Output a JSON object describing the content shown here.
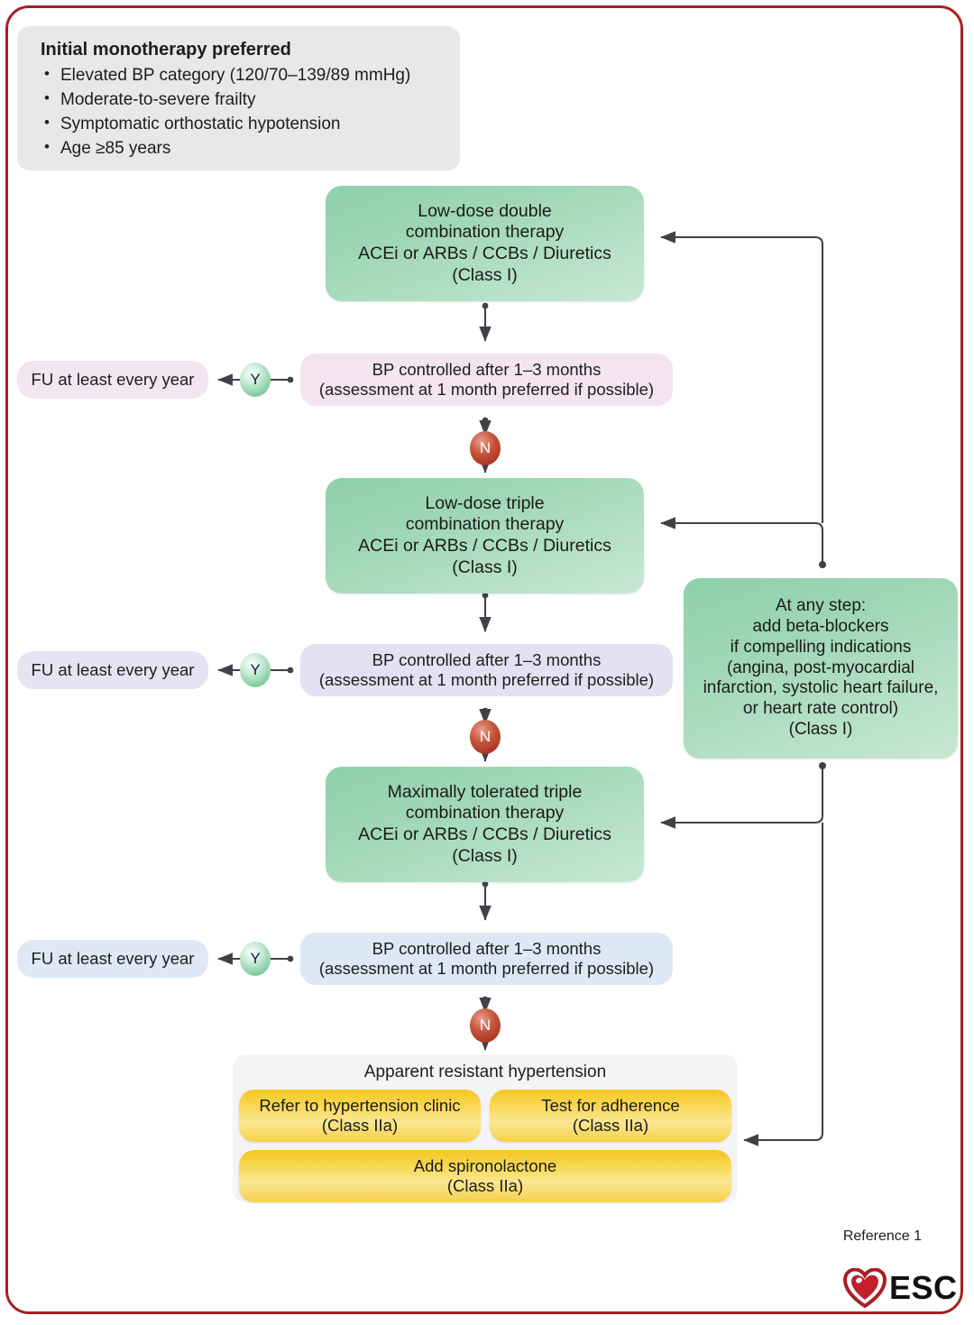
{
  "frame": {
    "border_color": "#a81f24"
  },
  "info_panel": {
    "heading": "Initial monotherapy preferred",
    "bullets": [
      "Elevated BP category (120/70–139/89 mmHg)",
      "Moderate-to-severe frailty",
      "Symptomatic orthostatic hypotension",
      "Age ≥85 years"
    ]
  },
  "steps": [
    {
      "id": "low-dose-double",
      "lines": [
        "Low-dose double",
        "combination  therapy",
        "ACEi or ARBs / CCBs / Diuretics",
        "(Class I)"
      ],
      "color": "#9fd7b6"
    },
    {
      "id": "low-dose-triple",
      "lines": [
        "Low-dose triple",
        "combination therapy",
        "ACEi or ARBs / CCBs / Diuretics",
        "(Class I)"
      ],
      "color": "#9fd7b6"
    },
    {
      "id": "max-tolerated-triple",
      "lines": [
        "Maximally tolerated triple",
        "combination therapy",
        "ACEi or ARBs / CCBs / Diuretics",
        "(Class I)"
      ],
      "color": "#9fd7b6"
    }
  ],
  "decisions": [
    {
      "id": "bp-check-1",
      "line1": "BP controlled after 1–3 months",
      "line2": "(assessment at 1 month preferred if possible)",
      "color": "#f3e4ef"
    },
    {
      "id": "bp-check-2",
      "line1": "BP controlled after 1–3 months",
      "line2": "(assessment at 1 month preferred if possible)",
      "color": "#e2e2f2"
    },
    {
      "id": "bp-check-3",
      "line1": "BP controlled after 1–3 months",
      "line2": "(assessment at 1 month preferred if possible)",
      "color": "#dde8f5"
    }
  ],
  "followups": [
    {
      "id": "fu-1",
      "label": "FU at least every year",
      "color": "#f4e6ef"
    },
    {
      "id": "fu-2",
      "label": "FU at least every year",
      "color": "#e4e4f3"
    },
    {
      "id": "fu-3",
      "label": "FU at least every year",
      "color": "#dfe9f6"
    }
  ],
  "branch_labels": {
    "yes": "Y",
    "no": "N"
  },
  "side_box": {
    "id": "beta-blockers",
    "lines": [
      "At any step:",
      "add beta-blockers",
      "if compelling indications",
      "(angina, post-myocardial",
      "infarction, systolic heart failure,",
      "or heart rate control)",
      "(Class I)"
    ],
    "color": "#9fd7b6"
  },
  "resistant_group": {
    "title": "Apparent resistant hypertension",
    "actions": [
      {
        "id": "refer-clinic",
        "line1": "Refer to hypertension clinic",
        "line2": "(Class IIa)"
      },
      {
        "id": "test-adherence",
        "line1": "Test for adherence",
        "line2": "(Class IIa)"
      },
      {
        "id": "add-spironolactone",
        "line1": "Add spironolactone",
        "line2": "(Class IIa)"
      }
    ],
    "accent": "#f6cf3c"
  },
  "footer": {
    "reference": "Reference 1",
    "logo_text": "ESC",
    "logo_color": "#a81f24"
  }
}
